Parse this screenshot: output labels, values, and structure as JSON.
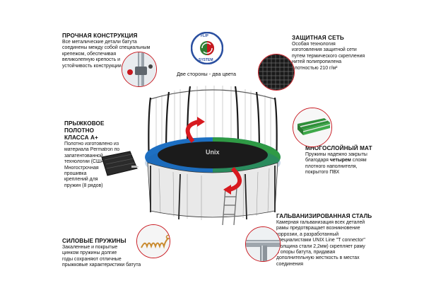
{
  "accent_color": "#c8181f",
  "blocks": {
    "strong_frame": {
      "title": "ПРОЧНАЯ КОНСТРУКЦИЯ",
      "lines": [
        "Все металические детали батута",
        "соединены между собой специальным",
        "крепежом, обеспечивая",
        "великолепную крепость и",
        "устойчивость конструкции"
      ]
    },
    "jump_mat": {
      "title_lines": [
        "ПРЫЖКОВОЕ ПОЛОТНО",
        "КЛАССА А+"
      ],
      "lines": [
        "Полотно изготовлено из",
        "материала Permatron по",
        "запатентованной",
        "технологии (США).",
        "Многострочная",
        "прошивка",
        "креплений для",
        "пружин (8 рядов)"
      ]
    },
    "springs": {
      "title": "СИЛОВЫЕ ПРУЖИНЫ",
      "lines": [
        "Закаленные и покрытые",
        "цинком пружины долгие",
        "годы сохраняют отличные",
        "прыжковые характеристики батута"
      ]
    },
    "safety_net": {
      "title": "ЗАЩИТНАЯ СЕТЬ",
      "lines": [
        "Особая технология",
        "изготовления защитной сети",
        "путем термического скрепления",
        "нитей полипропилена",
        "плотностью 210 г/м²"
      ]
    },
    "multilayer_mat": {
      "title": "МНОГОСЛОЙНЫЙ МАТ",
      "line1": "Пружины надежно закрыты",
      "line2_pre": "благодаря ",
      "line2_bold": "четырем",
      "line2_post": " слоям",
      "lines_rest": [
        "плотного наполнителя,",
        "покрытого ПВХ"
      ]
    },
    "galvanized_steel": {
      "title": "ГАЛЬВАНИЗИРОВАННАЯ СТАЛЬ",
      "lines": [
        "Камерная гальванизация всех деталей",
        "рамы предотвращает возникновение",
        "коррозии, а разработанный",
        "специалистами  UNIX Line \"T connector\"",
        "(толщина стали 2,2мм) скрепляет раму",
        "и опоры батута, придавая",
        "дополнительную жесткость в местах",
        "соединения"
      ]
    }
  },
  "flip": {
    "caption": "Две стороны - два цвета",
    "top_label": "FLIP",
    "bottom_label": "SYSTEM"
  },
  "mat_brand": "Unix"
}
